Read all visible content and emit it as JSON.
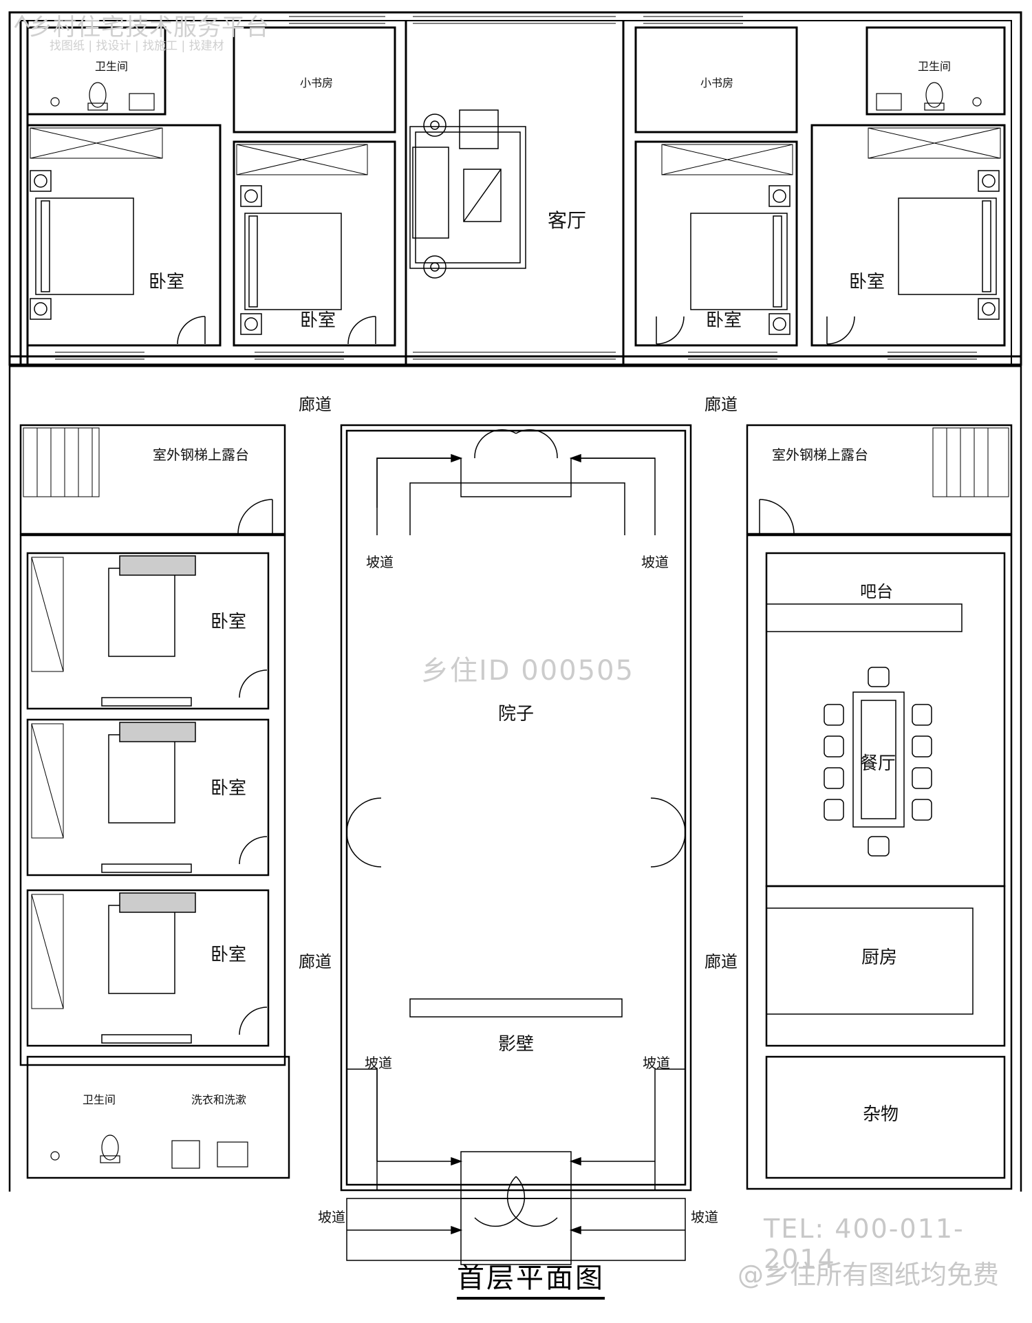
{
  "watermark": {
    "platform": "乡村住宅技术服务平台",
    "platform_sub": "找图纸 | 找设计 | 找施工 | 找建材",
    "id": "乡住ID 000505",
    "tel": "TEL: 400-011-2014",
    "free": "@乡住所有图纸均免费"
  },
  "title": "首层平面图",
  "rooms": {
    "bath_tl": "卫生间",
    "study_l": "小书房",
    "living": "客厅",
    "study_r": "小书房",
    "bath_tr": "卫生间",
    "bed_1": "卧室",
    "bed_2": "卧室",
    "bed_3": "卧室",
    "bed_4": "卧室",
    "corridor_tl": "廊道",
    "corridor_tr": "廊道",
    "stair_l": "室外钢梯上露台",
    "stair_r": "室外钢梯上露台",
    "ramp_1": "坡道",
    "ramp_2": "坡道",
    "bed_5": "卧室",
    "bed_6": "卧室",
    "bed_7": "卧室",
    "bar": "吧台",
    "courtyard": "院子",
    "dining": "餐厅",
    "corridor_bl": "廊道",
    "corridor_br": "廊道",
    "kitchen": "厨房",
    "screen_wall": "影壁",
    "ramp_3": "坡道",
    "ramp_4": "坡道",
    "bath_bl": "卫生间",
    "laundry": "洗衣和洗漱",
    "storage": "杂物",
    "ramp_5": "坡道",
    "ramp_6": "坡道"
  }
}
